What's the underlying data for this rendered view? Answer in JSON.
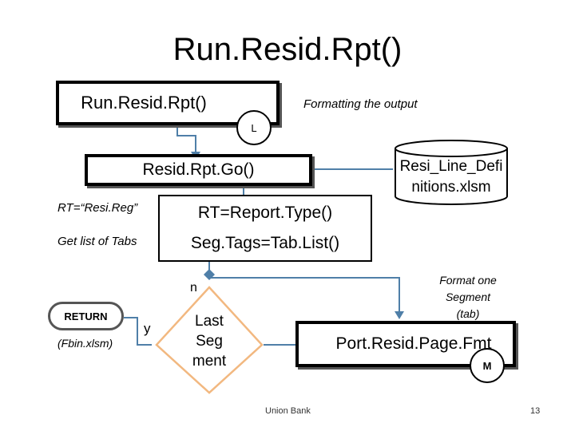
{
  "title": "Run.Resid.Rpt()",
  "nodes": {
    "main": "Run.Resid.Rpt()",
    "main_badge": "L",
    "formatting_note": "Formatting the output",
    "resid_go": "Resid.Rpt.Go()",
    "file": {
      "line1": "Resi_Line_Defi",
      "line2": "nitions.xlsm"
    },
    "rt_label": "RT=“Resi.Reg”",
    "tabs_label": "Get list of Tabs",
    "report_type": "RT=Report.Type()",
    "seg_tags": "Seg.Tags=Tab.List()",
    "n_label": "n",
    "return_label": "RETURN",
    "return_sub": "(Fbin.xlsm)",
    "y_label": "y",
    "decision": {
      "line1": "Last",
      "line2": "Seg",
      "line3": "ment"
    },
    "segment_note": {
      "line1": "Format one",
      "line2": "Segment",
      "line3": "(tab)"
    },
    "page_fmt": "Port.Resid.Page.Fmt",
    "page_badge": "M"
  },
  "footer": {
    "org": "Union Bank",
    "page": "13"
  },
  "colors": {
    "connector": "#4f7fa8",
    "decision_border": "#f2b880",
    "line": "#000000"
  }
}
